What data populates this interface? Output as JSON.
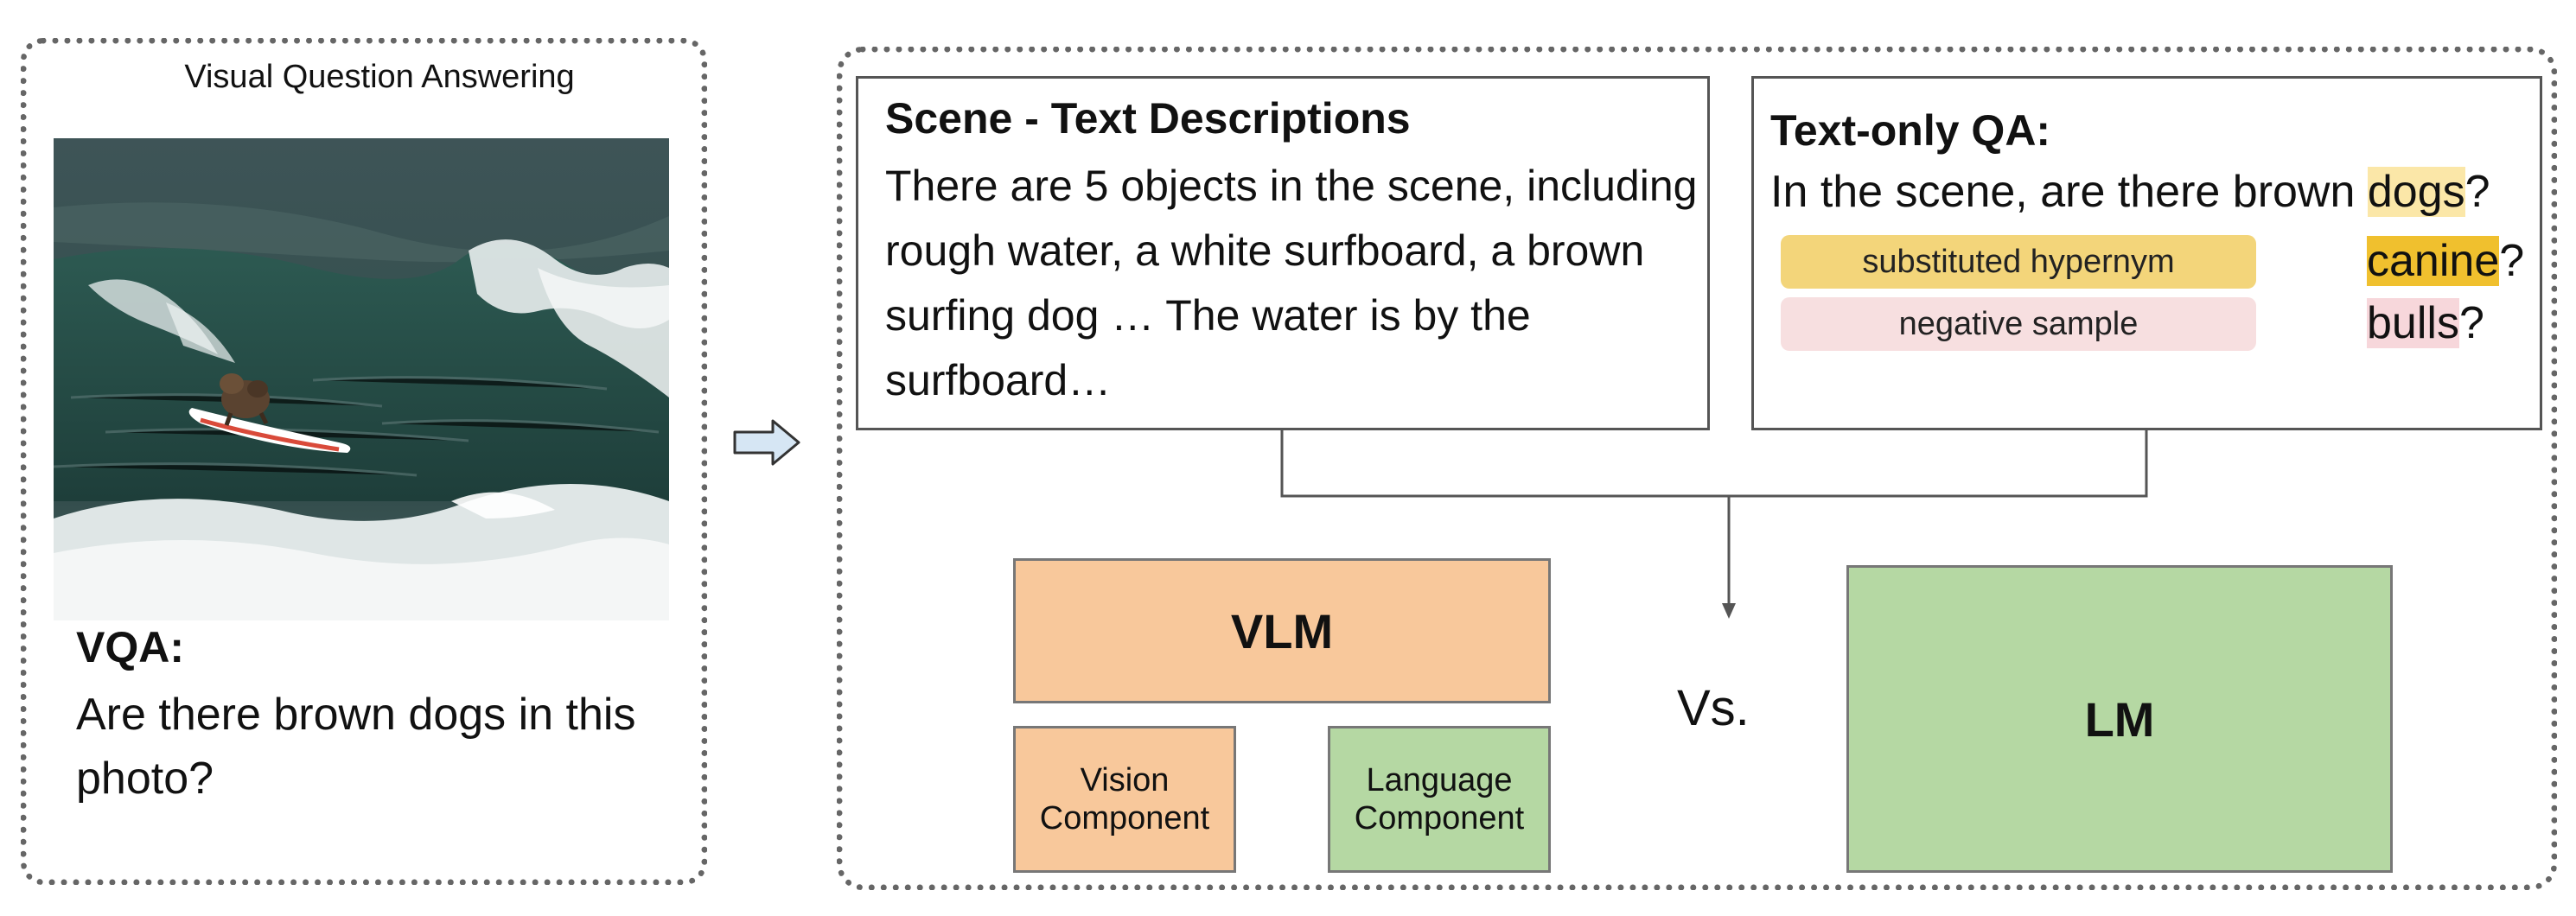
{
  "left_panel": {
    "heading": "Visual Question Answering",
    "vqa_label": "VQA:",
    "question": "Are there brown dogs in this photo?"
  },
  "scene": {
    "title": "Scene - Text Descriptions",
    "text": "There are 5 objects in the scene, including rough water, a white surfboard, a brown surfing dog … The water is by the surfboard…"
  },
  "text_qa": {
    "title": "Text-only QA:",
    "question_prefix": "In the scene, are there brown ",
    "highlight_word": "dogs",
    "question_suffix": "?",
    "hypernym_label": "substituted hypernym",
    "hypernym_word": "canine",
    "hypernym_suffix": "?",
    "negative_label": "negative sample",
    "negative_word": "bulls",
    "negative_suffix": "?"
  },
  "models": {
    "vlm": "VLM",
    "vision_component": "Vision Component",
    "language_component": "Language Component",
    "vs": "Vs.",
    "lm": "LM"
  },
  "colors": {
    "vlm_orange": "#f8c89b",
    "lm_green": "#b5d8a3",
    "hypernym_yellow": "#f3d57a",
    "negative_pink": "#f7dfe0",
    "arrow_blue": "#d6e6f4"
  },
  "icons": {
    "flow_arrow": "right-arrow-icon"
  }
}
